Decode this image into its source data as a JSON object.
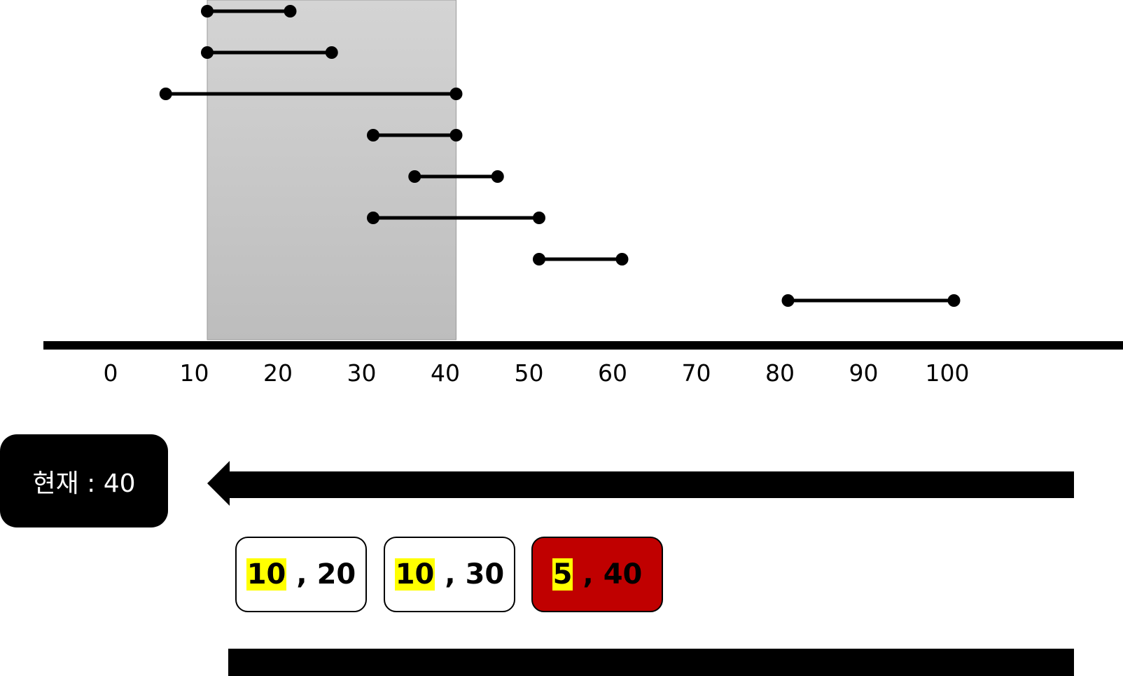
{
  "axis": {
    "ticks": [
      {
        "value": 0,
        "label": "0"
      },
      {
        "value": 10,
        "label": "10"
      },
      {
        "value": 20,
        "label": "20"
      },
      {
        "value": 30,
        "label": "30"
      },
      {
        "value": 40,
        "label": "40"
      },
      {
        "value": 50,
        "label": "50"
      },
      {
        "value": 60,
        "label": "60"
      },
      {
        "value": 70,
        "label": "70"
      },
      {
        "value": 80,
        "label": "80"
      },
      {
        "value": 90,
        "label": "90"
      },
      {
        "value": 100,
        "label": "100"
      }
    ]
  },
  "highlight_range": [
    10,
    40
  ],
  "intervals": [
    {
      "start": 10,
      "end": 20
    },
    {
      "start": 10,
      "end": 25
    },
    {
      "start": 5,
      "end": 40
    },
    {
      "start": 30,
      "end": 40
    },
    {
      "start": 35,
      "end": 45
    },
    {
      "start": 30,
      "end": 50
    },
    {
      "start": 50,
      "end": 60
    },
    {
      "start": 80,
      "end": 100
    }
  ],
  "current": {
    "label": "현재 : 40"
  },
  "pairs": [
    {
      "first": "10",
      "separator": ",",
      "second": "20"
    },
    {
      "first": "10",
      "separator": ",",
      "second": "30"
    },
    {
      "first": "5",
      "separator": ",",
      "second": "40"
    }
  ],
  "colors": {
    "highlight_fill_top": "#d4d4d4",
    "highlight_fill_bottom": "#bdbdbd",
    "line": "#000000",
    "marker_yellow": "#ffff00",
    "active_card": "#c00000"
  }
}
